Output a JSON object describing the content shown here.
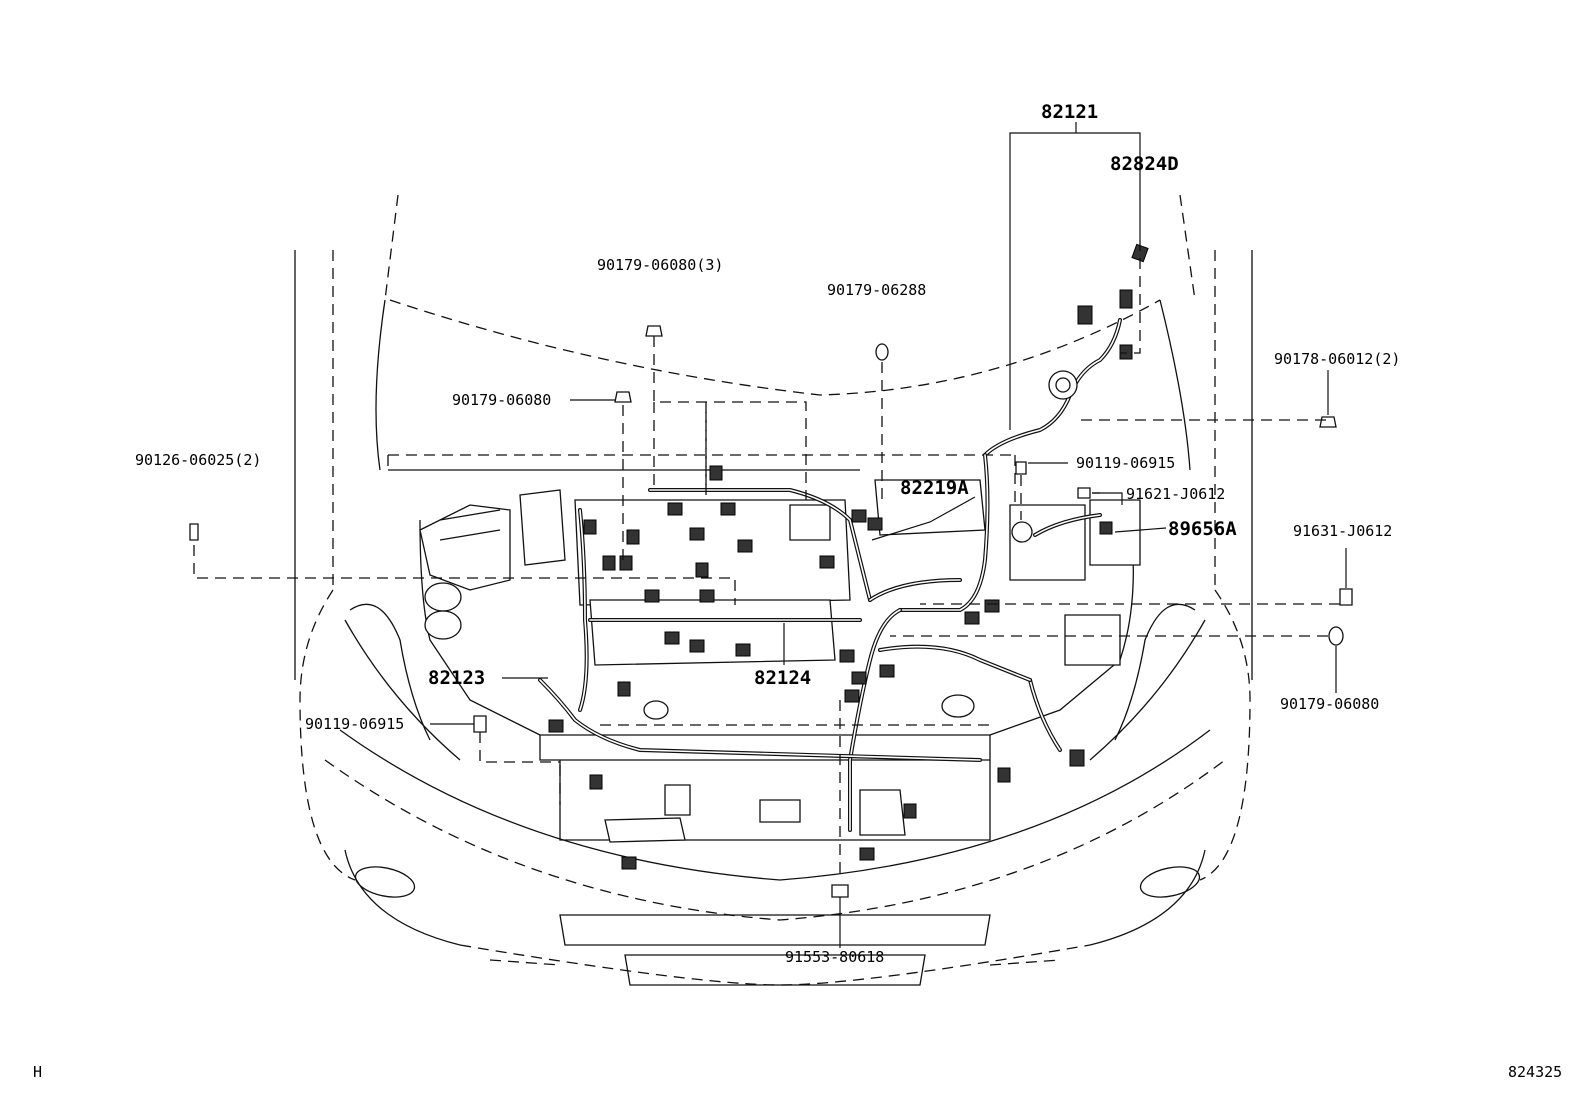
{
  "diagram": {
    "part_labels": [
      {
        "id": "82121",
        "text": "82121"
      },
      {
        "id": "82824D",
        "text": "82824D"
      },
      {
        "id": "90179-06080-3",
        "text": "90179-06080(3)"
      },
      {
        "id": "90179-06288",
        "text": "90179-06288"
      },
      {
        "id": "90178-06012-2",
        "text": "90178-06012(2)"
      },
      {
        "id": "90179-06080-a",
        "text": "90179-06080"
      },
      {
        "id": "90126-06025-2",
        "text": "90126-06025(2)"
      },
      {
        "id": "90119-06915-a",
        "text": "90119-06915"
      },
      {
        "id": "82219A",
        "text": "82219A"
      },
      {
        "id": "91621-J0612",
        "text": "91621-J0612"
      },
      {
        "id": "89656A",
        "text": "89656A"
      },
      {
        "id": "91631-J0612",
        "text": "91631-J0612"
      },
      {
        "id": "82123",
        "text": "82123"
      },
      {
        "id": "82124",
        "text": "82124"
      },
      {
        "id": "90179-06080-b",
        "text": "90179-06080"
      },
      {
        "id": "90119-06915-b",
        "text": "90119-06915"
      },
      {
        "id": "91553-80618",
        "text": "91553-80618"
      }
    ],
    "corner_left": "H",
    "corner_right": "824325"
  }
}
